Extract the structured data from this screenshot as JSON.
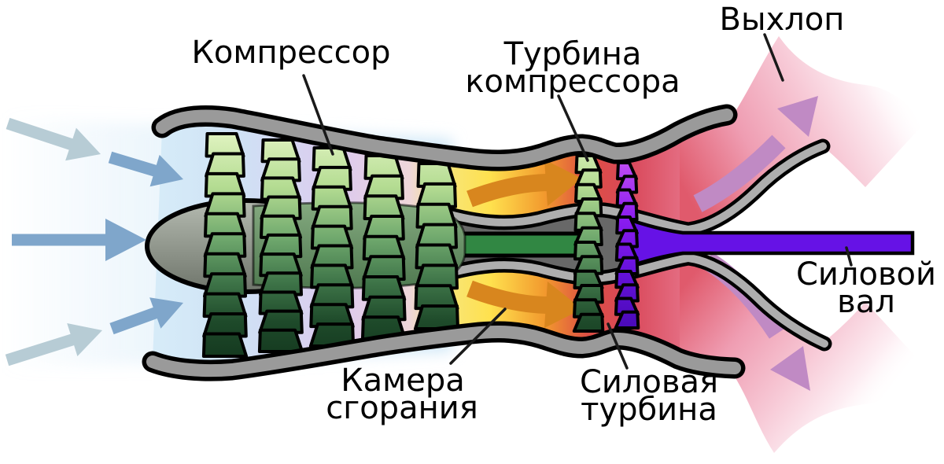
{
  "labels": {
    "compressor": "Компрессор",
    "compressor_turbine_line1": "Турбина",
    "compressor_turbine_line2": "компрессора",
    "exhaust": "Выхлоп",
    "combustion_line1": "Камера",
    "combustion_line2": "сгорания",
    "power_turbine_line1": "Силовая",
    "power_turbine_line2": "турбина",
    "power_shaft_line1": "Силовой",
    "power_shaft_line2": "вал"
  },
  "flow_arrows": {
    "intake": "air-intake-arrows",
    "combustion": "combustion-flow-arrows",
    "exhaust": "exhaust-flow-arrows"
  },
  "colors": {
    "background": "#ffffff",
    "label_text": "#000000",
    "leader_line": "#1a1a1a",
    "casing_gray": "#9a9a9a",
    "casing_outline": "#000000",
    "lining_gray": "#aeaeae",
    "inner_hub_gray": "#686868",
    "cone_gray_top": "#b4bab0",
    "cone_gray_bottom": "#6f756b",
    "hub_green_top": "#85aa80",
    "hub_green_bottom": "#4e784f",
    "shaft_green": "#318743",
    "shaft_purple": "#6612e6",
    "blade_green_tip": "#e2f4c2",
    "blade_green_light": "#b4dc92",
    "blade_green_mid": "#6fa86d",
    "blade_green_dark": "#3d7347",
    "blade_green_deep": "#1e4a2a",
    "blade_green_darkest": "#153a20",
    "turbine_purple_tip": "#c04df2",
    "turbine_purple_mid": "#8b1cf0",
    "turbine_purple_dark2": "#6712dd",
    "turbine_purple_dark": "#4a0ab8",
    "intake_arrow_pale": "#b7ccd5",
    "intake_arrow_blue": "#7fa6cb",
    "intake_glow": "#cfe7f7",
    "flow_blue_light": "#d6ebf8",
    "flow_blue": "#cfe2f5",
    "flow_lavender": "#dccaee",
    "flow_pink": "#eed6da",
    "flow_yellow_pale": "#f7e57b",
    "flow_yellow": "#ffe14e",
    "flow_orange": "#f29a2e",
    "flow_red": "#dd4f43",
    "flow_red2": "#d9485a",
    "flow_red_pink": "#e87a90",
    "combustion_arrow": "#d8861e",
    "exhaust_pink_strong": "#e05a6c",
    "exhaust_pink_mid": "#ef9db2",
    "exhaust_pink_light": "#f7c9d6",
    "exhaust_pink_faint": "#fdeef3",
    "exhaust_arrow": "#c08ac4"
  }
}
